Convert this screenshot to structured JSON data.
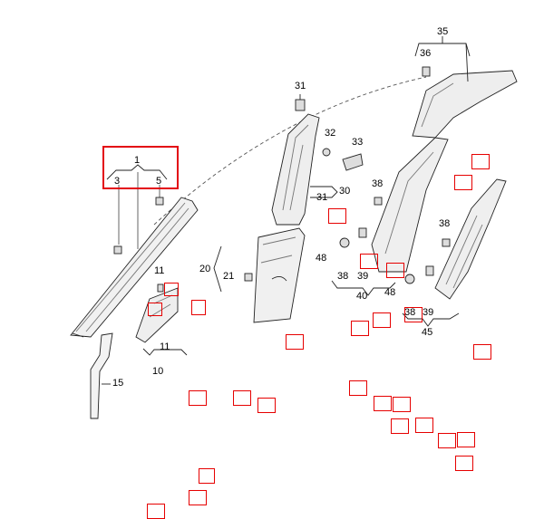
{
  "diagram": {
    "callouts": {
      "c1": "1",
      "c3": "3",
      "c5": "5",
      "c10": "10",
      "c11a": "11",
      "c11b": "11",
      "c15": "15",
      "c20": "20",
      "c21": "21",
      "c30": "30",
      "c31a": "31",
      "c31b": "31",
      "c32": "32",
      "c33": "33",
      "c35": "35",
      "c36": "36",
      "c38a": "38",
      "c38b": "38",
      "c38c": "38",
      "c38d": "38",
      "c39a": "39",
      "c39b": "39",
      "c40": "40",
      "c45": "45",
      "c48a": "48",
      "c48b": "48"
    },
    "selected_callout_color": "#e30613",
    "hotspot_color": "#e60000"
  }
}
